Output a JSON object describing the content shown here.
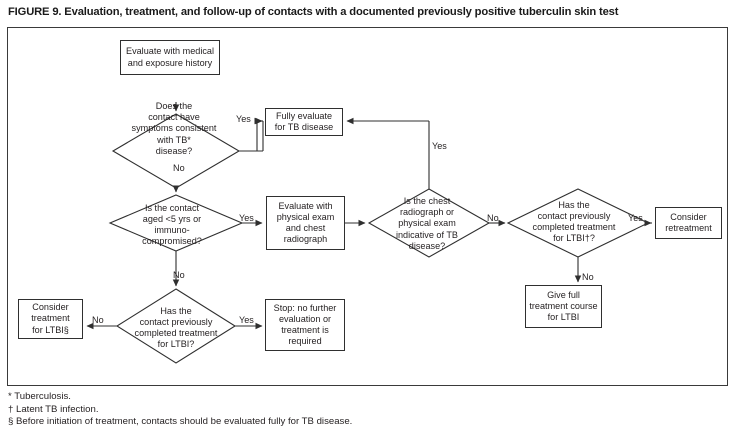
{
  "figure": {
    "title": "FIGURE 9. Evaluation, treatment, and follow-up of contacts with a documented previously positive tuberculin skin test"
  },
  "chart_data": {
    "type": "diagram",
    "diagram_kind": "flowchart",
    "title": "FIGURE 9. Evaluation, treatment, and follow-up of contacts with a documented previously positive tuberculin skin test",
    "nodes": [
      {
        "id": "start",
        "shape": "box",
        "text": "Evaluate with medical\nand exposure history"
      },
      {
        "id": "d_symptoms",
        "shape": "diamond",
        "text": "Does the\ncontact have\nsymptoms consistent\nwith TB* \ndisease?"
      },
      {
        "id": "fully_evaluate",
        "shape": "box",
        "text": "Fully evaluate\nfor TB disease"
      },
      {
        "id": "d_age",
        "shape": "diamond",
        "text": "Is the contact\naged <5 yrs or\nimmuno-\ncompromised?"
      },
      {
        "id": "eval_physical",
        "shape": "box",
        "text": "Evaluate with\nphysical exam\nand chest\nradiograph"
      },
      {
        "id": "d_radiograph",
        "shape": "diamond",
        "text": "Is the chest\nradiograph or\nphysical exam\nindicative of TB\ndisease?"
      },
      {
        "id": "d_prev_ltbi_top",
        "shape": "diamond",
        "text": "Has the\ncontact previously\ncompleted treatment\nfor LTBI†?"
      },
      {
        "id": "consider_retreat",
        "shape": "box",
        "text": "Consider\nretreatment"
      },
      {
        "id": "give_full",
        "shape": "box",
        "text": "Give full\ntreatment course\nfor LTBI"
      },
      {
        "id": "d_prev_ltbi_bot",
        "shape": "diamond",
        "text": "Has the\ncontact previously\ncompleted treatment\nfor LTBI?"
      },
      {
        "id": "consider_treat",
        "shape": "box",
        "text": "Consider\ntreatment\nfor LTBI§"
      },
      {
        "id": "stop",
        "shape": "box",
        "text": "Stop: no further\nevaluation or\ntreatment is\nrequired"
      }
    ],
    "edges": [
      {
        "from": "start",
        "to": "d_symptoms",
        "label": ""
      },
      {
        "from": "d_symptoms",
        "to": "fully_evaluate",
        "label": "Yes"
      },
      {
        "from": "d_symptoms",
        "to": "d_age",
        "label": "No"
      },
      {
        "from": "d_age",
        "to": "eval_physical",
        "label": "Yes"
      },
      {
        "from": "d_age",
        "to": "d_prev_ltbi_bot",
        "label": "No"
      },
      {
        "from": "eval_physical",
        "to": "d_radiograph",
        "label": ""
      },
      {
        "from": "d_radiograph",
        "to": "fully_evaluate",
        "label": "Yes"
      },
      {
        "from": "d_radiograph",
        "to": "d_prev_ltbi_top",
        "label": "No"
      },
      {
        "from": "d_prev_ltbi_top",
        "to": "consider_retreat",
        "label": "Yes"
      },
      {
        "from": "d_prev_ltbi_top",
        "to": "give_full",
        "label": "No"
      },
      {
        "from": "d_prev_ltbi_bot",
        "to": "consider_treat",
        "label": "No"
      },
      {
        "from": "d_prev_ltbi_bot",
        "to": "stop",
        "label": "Yes"
      }
    ],
    "edge_labels": [
      "Yes",
      "No",
      "Yes",
      "No",
      "Yes",
      "No",
      "Yes",
      "No",
      "No",
      "Yes"
    ]
  },
  "nodes": {
    "start": "Evaluate with medical\nand exposure history",
    "d_symptoms": "Does the\ncontact have\nsymptoms consistent\nwith TB*\ndisease?",
    "fully_evaluate": "Fully evaluate\nfor TB disease",
    "d_age": "Is the contact\naged <5 yrs or\nimmuno-\ncompromised?",
    "eval_physical": "Evaluate with\nphysical exam\nand chest\nradiograph",
    "d_radiograph": "Is the chest\nradiograph or\nphysical exam\nindicative of TB\ndisease?",
    "d_prev_ltbi_top": "Has the\ncontact previously\ncompleted treatment\nfor LTBI†?",
    "consider_retreat": "Consider\nretreatment",
    "give_full": "Give full\ntreatment course\nfor LTBI",
    "d_prev_ltbi_bot": "Has the\ncontact previously\ncompleted treatment\nfor LTBI?",
    "consider_treat": "Consider\ntreatment\nfor LTBI§",
    "stop": "Stop: no further\nevaluation or\ntreatment is\nrequired"
  },
  "labels": {
    "symptoms_yes": "Yes",
    "symptoms_no": "No",
    "age_yes": "Yes",
    "age_no": "No",
    "radiograph_yes": "Yes",
    "radiograph_no": "No",
    "ltbi_top_yes": "Yes",
    "ltbi_top_no": "No",
    "ltbi_bot_no": "No",
    "ltbi_bot_yes": "Yes"
  },
  "footnotes": [
    "* Tuberculosis.",
    "† Latent TB infection.",
    "§ Before initiation of treatment, contacts should be evaluated fully for TB disease."
  ]
}
